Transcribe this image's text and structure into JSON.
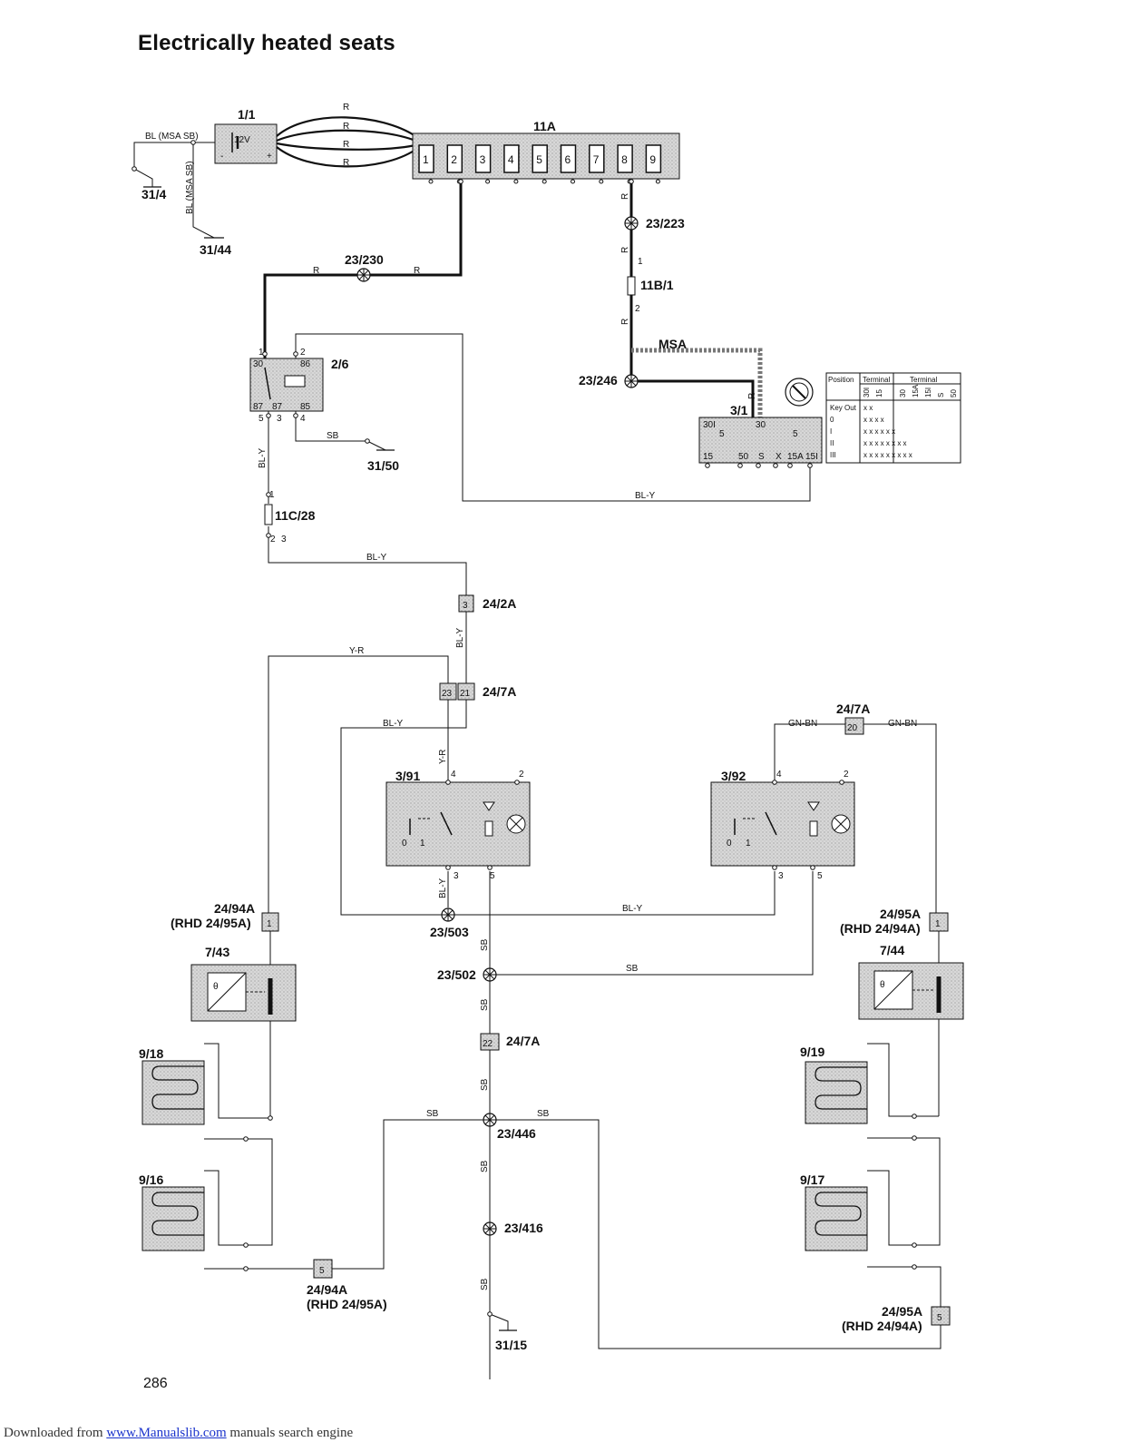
{
  "title": "Electrically heated seats",
  "page_number": "286",
  "footer": {
    "prefix": "Downloaded from",
    "link": "www.Manualslib.com",
    "suffix": " manuals search engine"
  },
  "components": {
    "battery": {
      "id": "1/1",
      "text": "12V"
    },
    "fusebox_main": {
      "id": "11A",
      "fuses": [
        "1",
        "2",
        "3",
        "4",
        "5",
        "6",
        "7",
        "8",
        "9"
      ]
    },
    "relay": {
      "id": "2/6",
      "pins": [
        "1",
        "2",
        "30",
        "86",
        "87",
        "87",
        "85",
        "5",
        "3",
        "4"
      ]
    },
    "fuse_11b1": {
      "id": "11B/1",
      "pins": [
        "1",
        "2"
      ]
    },
    "fuse_11c28": {
      "id": "11C/28",
      "pins": [
        "1",
        "2",
        "3"
      ]
    },
    "ignition": {
      "id": "3/1",
      "terminals": [
        "30I",
        "30",
        "15",
        "50",
        "S",
        "X",
        "15A",
        "15I"
      ],
      "pin5a": "5",
      "pin5b": "5"
    },
    "switch_left": {
      "id": "3/91",
      "pins": [
        "4",
        "2",
        "3",
        "5"
      ],
      "positions": [
        "0",
        "1"
      ]
    },
    "switch_right": {
      "id": "3/92",
      "pins": [
        "4",
        "2",
        "3",
        "5"
      ],
      "positions": [
        "0",
        "1"
      ]
    },
    "thermo_left": {
      "id": "7/43"
    },
    "thermo_right": {
      "id": "7/44"
    },
    "pad_918": {
      "id": "9/18"
    },
    "pad_916": {
      "id": "9/16"
    },
    "pad_919": {
      "id": "9/19"
    },
    "pad_917": {
      "id": "9/17"
    }
  },
  "connectors": {
    "c24_2a": {
      "id": "24/2A",
      "pin": "3"
    },
    "c24_7a_a": {
      "id": "24/7A",
      "pins": [
        "23",
        "21"
      ]
    },
    "c24_7a_b": {
      "id": "24/7A",
      "pin": "20"
    },
    "c24_7a_c": {
      "id": "24/7A",
      "pin": "22"
    },
    "c24_94a_1": {
      "id": "24/94A",
      "alt": "(RHD 24/95A)",
      "pin": "1"
    },
    "c24_95a_1": {
      "id": "24/95A",
      "alt": "(RHD 24/94A)",
      "pin": "1"
    },
    "c24_94a_5": {
      "id": "24/94A",
      "alt": "(RHD 24/95A)",
      "pin": "5"
    },
    "c24_95a_5": {
      "id": "24/95A",
      "alt": "(RHD 24/94A)",
      "pin": "5"
    }
  },
  "splices": [
    "23/230",
    "23/223",
    "23/246",
    "23/503",
    "23/502",
    "23/446",
    "23/416"
  ],
  "grounds": [
    "31/4",
    "31/44",
    "31/50",
    "31/15"
  ],
  "wire_colors": {
    "r": "R",
    "bl_msa_sb": "BL (MSA SB)",
    "msa": "MSA",
    "sb": "SB",
    "bly": "BL-Y",
    "yr": "Y-R",
    "gnbn": "GN-BN"
  },
  "ignition_table": {
    "headers": [
      "Position",
      "Terminal",
      "Terminal"
    ],
    "terminal_cols": [
      "30I",
      "15",
      "30",
      "15A",
      "15I",
      "S",
      "50"
    ],
    "rows": [
      {
        "pos": "Key Out",
        "marks": "x  x"
      },
      {
        "pos": "0",
        "marks": "x  x x x"
      },
      {
        "pos": "I",
        "marks": "x  x x x x x"
      },
      {
        "pos": "II",
        "marks": "x x x  x x x x x"
      },
      {
        "pos": "III",
        "marks": "x x x  x x x x x x"
      }
    ]
  },
  "colors": {
    "wire": "#111111",
    "component_fill": "#d4d4d4",
    "msa_wire": "#666666"
  }
}
